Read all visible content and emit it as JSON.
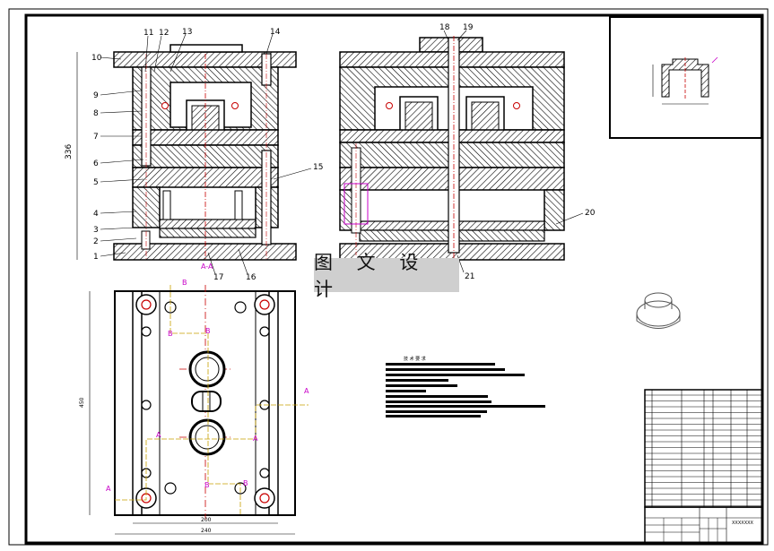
{
  "watermark": "图 文 设 计",
  "front_view": {
    "part_numbers": [
      "1",
      "2",
      "3",
      "4",
      "5",
      "6",
      "7",
      "8",
      "9",
      "10",
      "11",
      "12",
      "13",
      "14",
      "15",
      "16",
      "17"
    ],
    "section_mark": "A-A"
  },
  "side_view": {
    "part_numbers": [
      "18",
      "19",
      "20",
      "21"
    ]
  },
  "plan_view": {
    "section_letters": [
      "A",
      "A",
      "A",
      "A",
      "B",
      "B",
      "B",
      "B",
      "B"
    ]
  },
  "notes": {
    "title": "技 术 要 求"
  },
  "title_block": {
    "drawing_number": "XXXXXXX"
  }
}
